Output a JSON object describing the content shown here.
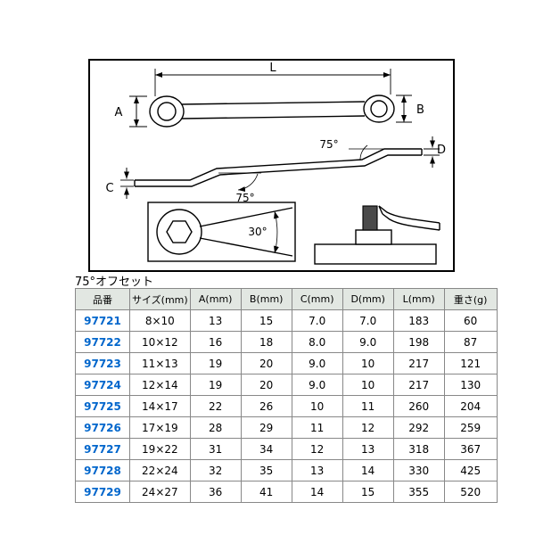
{
  "colors": {
    "part_number_blue": "#0066cc",
    "table_header_bg": "#e2e7e2",
    "table_border": "#888888",
    "diagram_border": "#000000"
  },
  "section": {
    "label": "75°オフセット"
  },
  "diagram": {
    "labels": {
      "length": "L",
      "a": "A",
      "b": "B",
      "c": "C",
      "d": "D",
      "offset_angle_top": "75°",
      "offset_angle_bottom": "75°",
      "detail_angle": "30°"
    }
  },
  "table": {
    "headers": [
      "品番",
      "サイズ(mm)",
      "A(mm)",
      "B(mm)",
      "C(mm)",
      "D(mm)",
      "L(mm)",
      "重さ(g)"
    ],
    "rows": [
      {
        "part": "97721",
        "size": "8×10",
        "a": "13",
        "b": "15",
        "c": "7.0",
        "d": "7.0",
        "l": "183",
        "w": "60"
      },
      {
        "part": "97722",
        "size": "10×12",
        "a": "16",
        "b": "18",
        "c": "8.0",
        "d": "9.0",
        "l": "198",
        "w": "87"
      },
      {
        "part": "97723",
        "size": "11×13",
        "a": "19",
        "b": "20",
        "c": "9.0",
        "d": "10",
        "l": "217",
        "w": "121"
      },
      {
        "part": "97724",
        "size": "12×14",
        "a": "19",
        "b": "20",
        "c": "9.0",
        "d": "10",
        "l": "217",
        "w": "130"
      },
      {
        "part": "97725",
        "size": "14×17",
        "a": "22",
        "b": "26",
        "c": "10",
        "d": "11",
        "l": "260",
        "w": "204"
      },
      {
        "part": "97726",
        "size": "17×19",
        "a": "28",
        "b": "29",
        "c": "11",
        "d": "12",
        "l": "292",
        "w": "259"
      },
      {
        "part": "97727",
        "size": "19×22",
        "a": "31",
        "b": "34",
        "c": "12",
        "d": "13",
        "l": "318",
        "w": "367"
      },
      {
        "part": "97728",
        "size": "22×24",
        "a": "32",
        "b": "35",
        "c": "13",
        "d": "14",
        "l": "330",
        "w": "425"
      },
      {
        "part": "97729",
        "size": "24×27",
        "a": "36",
        "b": "41",
        "c": "14",
        "d": "15",
        "l": "355",
        "w": "520"
      }
    ]
  }
}
